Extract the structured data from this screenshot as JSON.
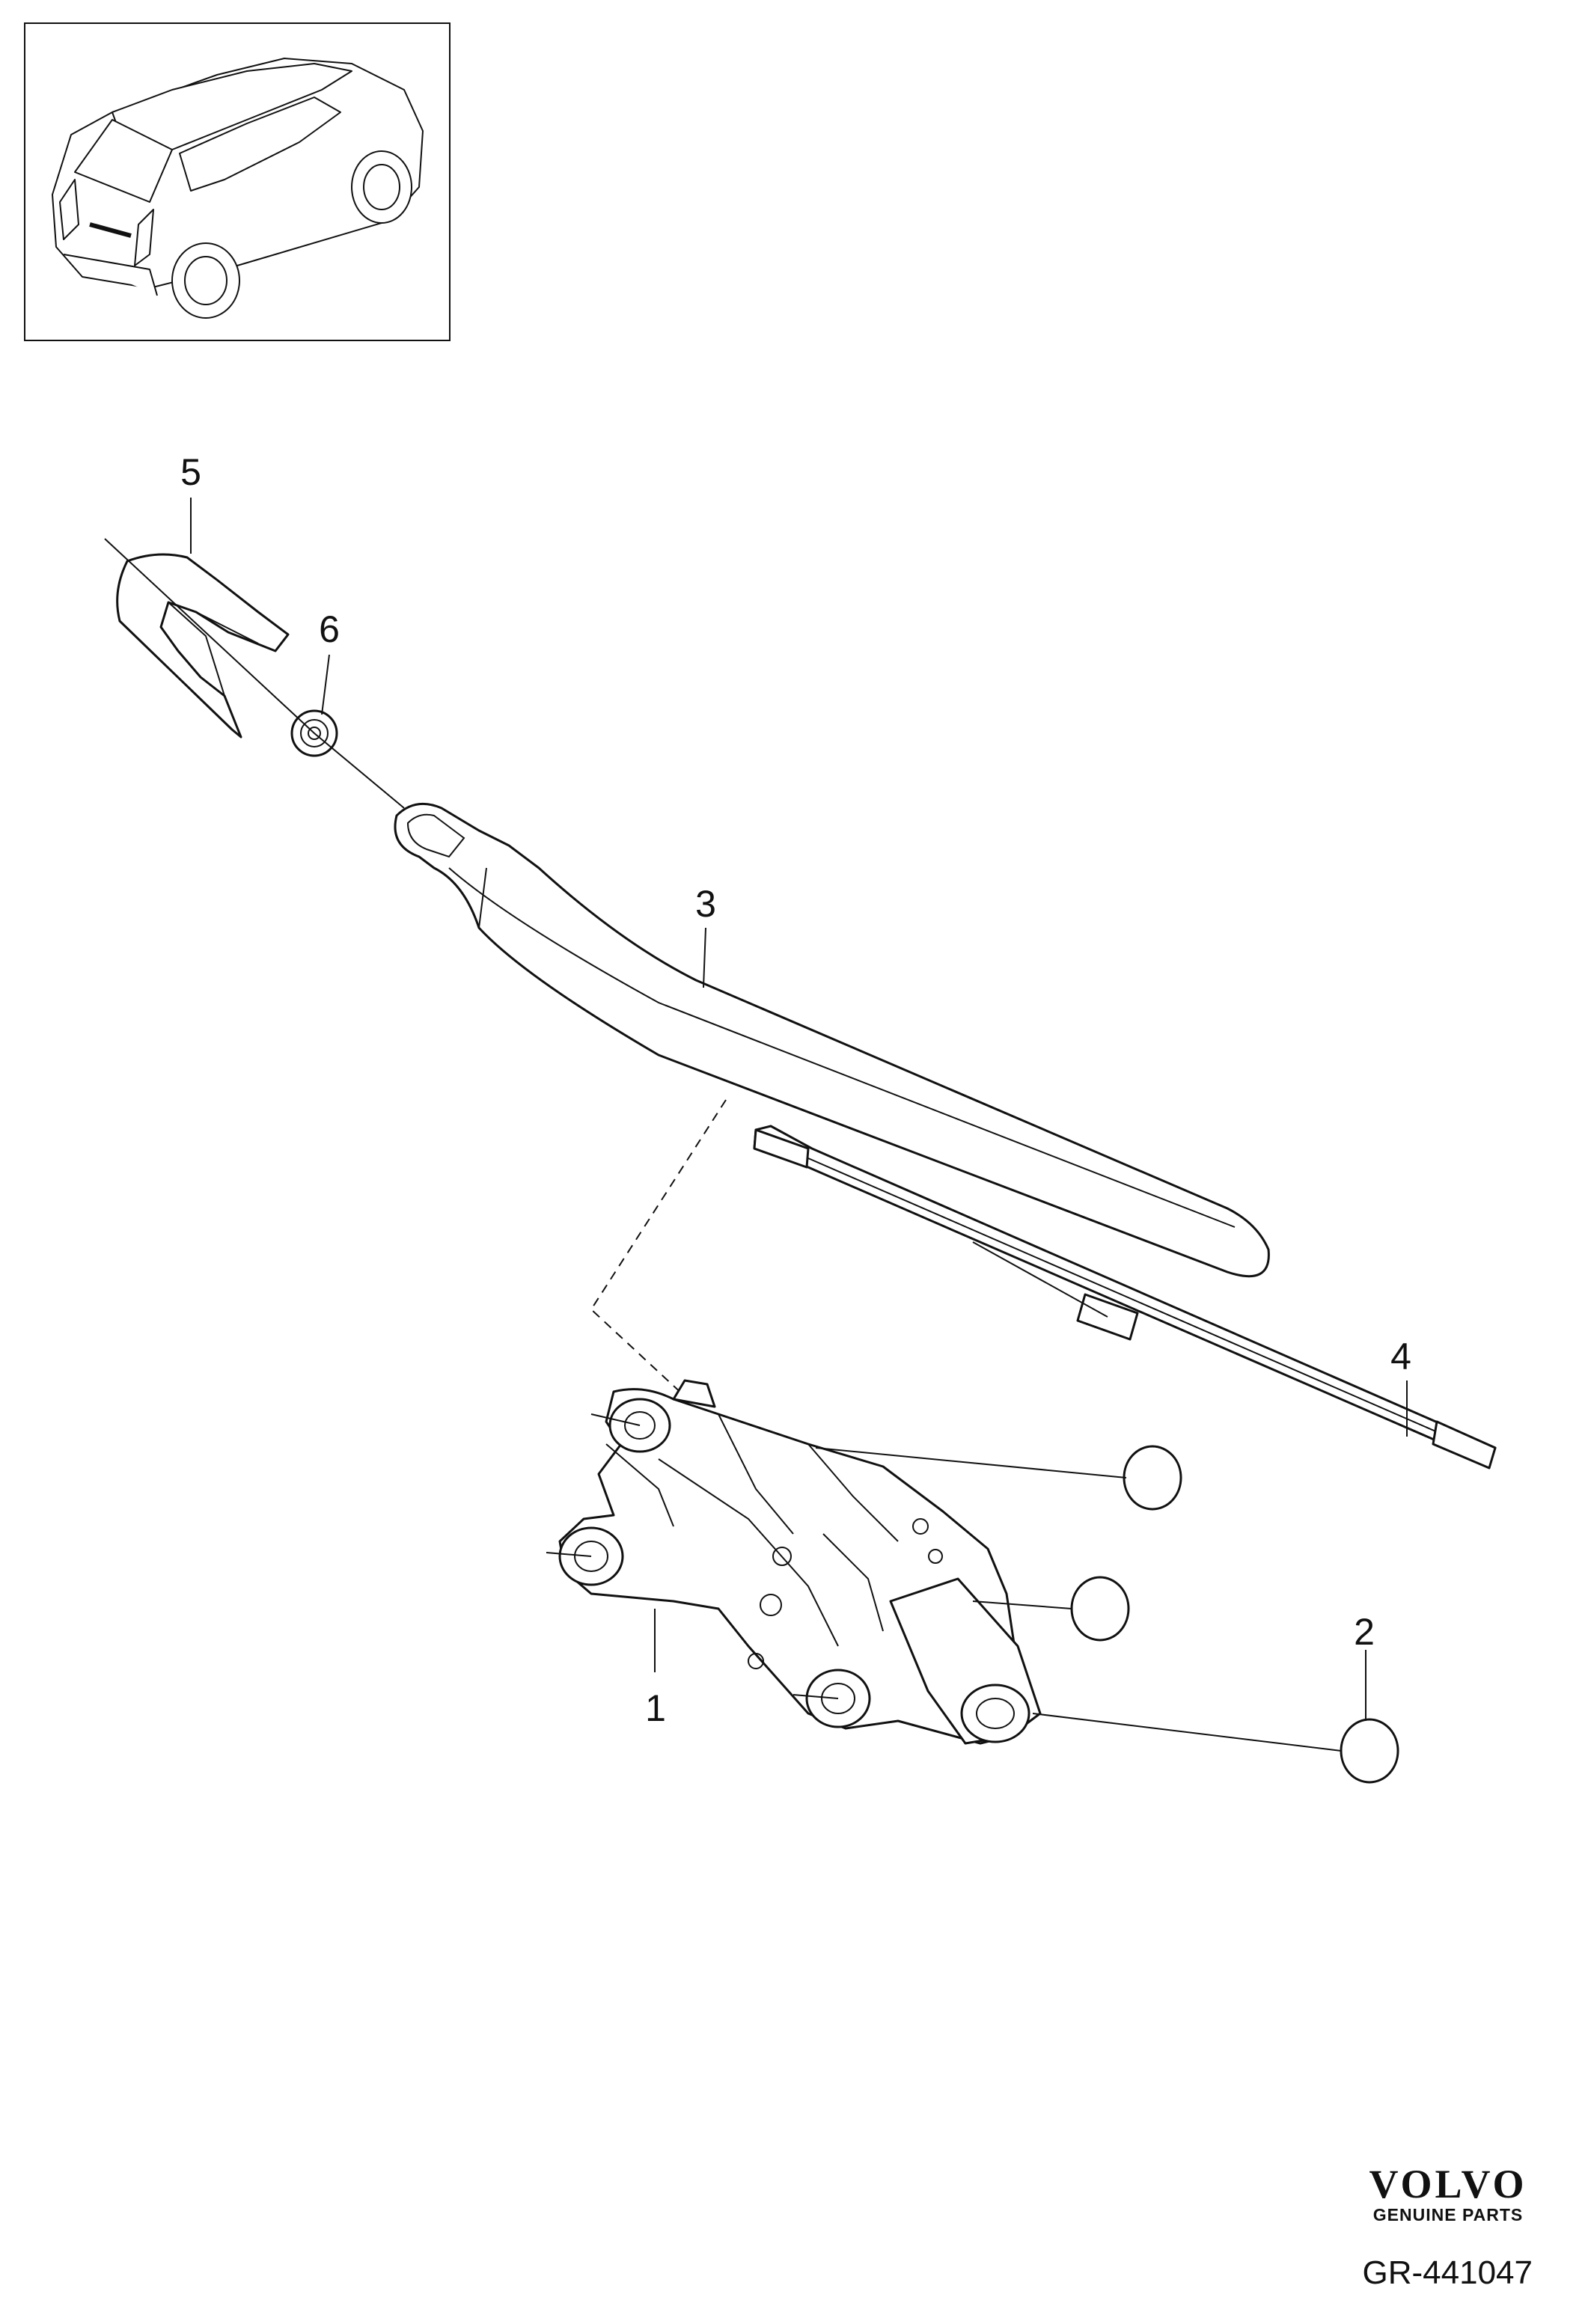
{
  "callouts": [
    {
      "id": "1",
      "label": "1"
    },
    {
      "id": "2",
      "label": "2"
    },
    {
      "id": "3",
      "label": "3"
    },
    {
      "id": "4",
      "label": "4"
    },
    {
      "id": "5",
      "label": "5"
    },
    {
      "id": "6",
      "label": "6"
    }
  ],
  "brand": {
    "name": "VOLVO",
    "tagline": "GENUINE PARTS"
  },
  "reference": "GR-441047",
  "colors": {
    "line": "#111111",
    "background": "#ffffff"
  }
}
